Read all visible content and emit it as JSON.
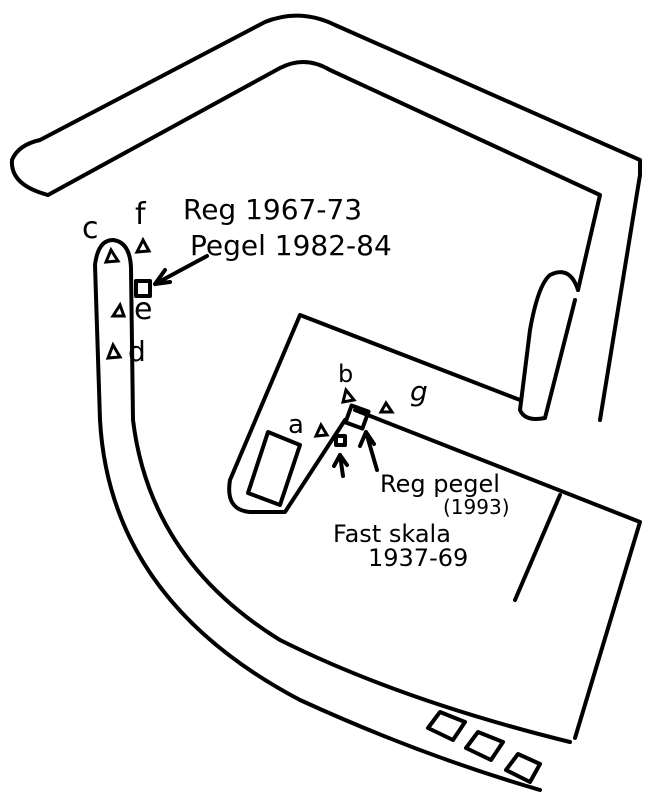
{
  "labels": {
    "point_a": "a",
    "point_b": "b",
    "point_c": "c",
    "point_d": "d",
    "point_e": "e",
    "point_f": "f",
    "point_g": "g",
    "reg_period": "Reg  1967-73",
    "pegel_period": "Pegel 1982-84",
    "reg_pegel": "Reg pegel",
    "reg_pegel_year": "(1993)",
    "fast_skala": "Fast skala",
    "fast_skala_years": "1937-69"
  }
}
